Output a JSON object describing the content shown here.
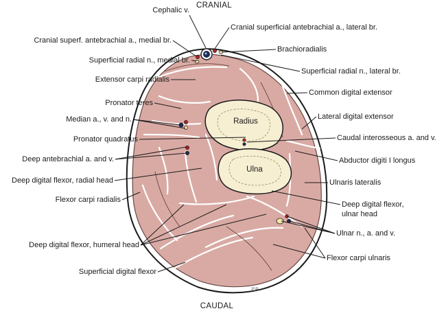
{
  "orientation": {
    "top": "CRANIAL",
    "bottom": "CAUDAL"
  },
  "bones": {
    "radius": "Radius",
    "ulna": "Ulna"
  },
  "labels_left": [
    "Cephalic v.",
    "Cranial superf. antebrachial a., medial br.",
    "Superficial radial n., medial br.",
    "Extensor carpi radialis",
    "Pronator teres",
    "Median a., v. and n.",
    "Pronator quadratus",
    "Deep antebrachial a. and v.",
    "Deep digital flexor, radial head",
    "Flexor carpi radialis",
    "Deep digital flexor, humeral head",
    "Superficial digital flexor"
  ],
  "labels_right": [
    "Cranial superficial antebrachial a., lateral br.",
    "Brachioradialis",
    "Superficial radial n., lateral br.",
    "Common digital extensor",
    "Lateral digital extensor",
    "Caudal interosseous a. and v.",
    "Abductor digiti I longus",
    "Ulnaris lateralis",
    "Deep digital flexor,",
    "ulnar head",
    "Ulnar n., a. and v.",
    "Flexor carpi ulnaris"
  ],
  "signature": "P.B",
  "colors": {
    "muscle": "#d9aaa4",
    "bone": "#f6efd2",
    "outline": "#1a1a1a",
    "vein": "#1c2a55",
    "artery": "#b3202a"
  }
}
